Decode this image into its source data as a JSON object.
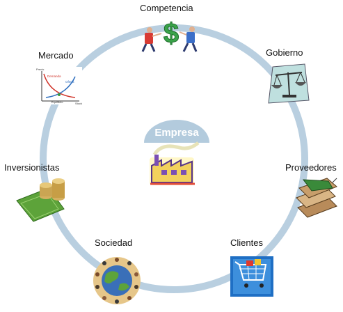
{
  "diagram": {
    "center_label": "Empresa",
    "nodes": [
      {
        "key": "competencia",
        "label": "Competencia",
        "icon": "business-tug-of-war-dollar-icon"
      },
      {
        "key": "gobierno",
        "label": "Gobierno",
        "icon": "balance-scale-icon"
      },
      {
        "key": "proveedores",
        "label": "Proveedores",
        "icon": "stacked-boxes-icon"
      },
      {
        "key": "clientes",
        "label": "Clientes",
        "icon": "shopping-cart-icon"
      },
      {
        "key": "sociedad",
        "label": "Sociedad",
        "icon": "globe-people-icon"
      },
      {
        "key": "inversionistas",
        "label": "Inversionistas",
        "icon": "coins-money-icon"
      },
      {
        "key": "mercado",
        "label": "Mercado",
        "icon": "supply-demand-chart-icon"
      }
    ],
    "mercado_chart": {
      "ylabel": "Precio",
      "xlabel": "Stock",
      "demand_label": "Demanda",
      "supply_label": "Oferta",
      "equilibrium_label": "Equilibrio"
    },
    "colors": {
      "ring": "#b9cfe0",
      "center_cap": "#b3cbdd"
    }
  }
}
